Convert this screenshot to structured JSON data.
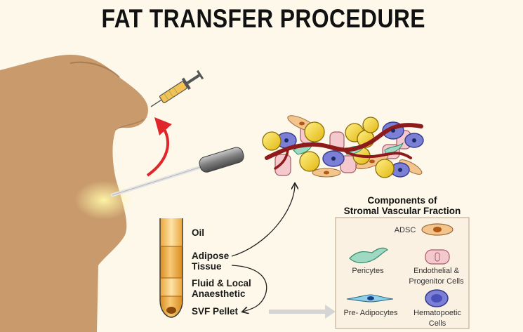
{
  "title": "FAT TRANSFER PROCEDURE",
  "tube_layers": {
    "oil": "Oil",
    "adipose": "Adipose Tissue",
    "fluid": "Fluid & Local Anaesthetic",
    "pellet": "SVF Pellet"
  },
  "svf_box": {
    "title_line1": "Components of",
    "title_line2": "Stromal Vascular Fraction",
    "components": {
      "adsc": "ADSC",
      "pericytes": "Pericytes",
      "endothelial": "Endothelial & Progenitor Cells",
      "preadipocytes": "Pre- Adipocytes",
      "hematopoetic": "Hematopoetic Cells"
    }
  },
  "colors": {
    "background": "#fdf8ea",
    "skin": "#c89a6c",
    "arrow_red": "#e0262b",
    "vessel": "#8e1b1b",
    "adipocyte": "#f3d223",
    "hematopoetic": "#7b7fd6",
    "endothelial": "#f3c9cd",
    "adsc": "#f4c48d",
    "pericyte": "#9fd9c3"
  },
  "icons": [
    "syringe-icon",
    "cannula-icon"
  ]
}
